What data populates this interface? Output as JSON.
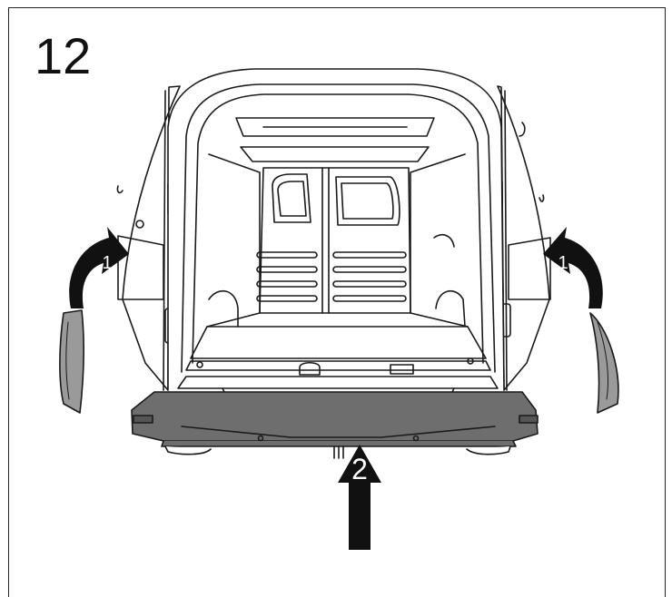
{
  "step_number": "12",
  "callouts": {
    "left_arrow": "1",
    "right_arrow": "1",
    "push_arrow": "2"
  },
  "colors": {
    "line": "#1a1a1a",
    "part_fill": "#9a9a9a",
    "bumper_fill": "#6e6e6e",
    "arrow_fill": "#111111"
  }
}
